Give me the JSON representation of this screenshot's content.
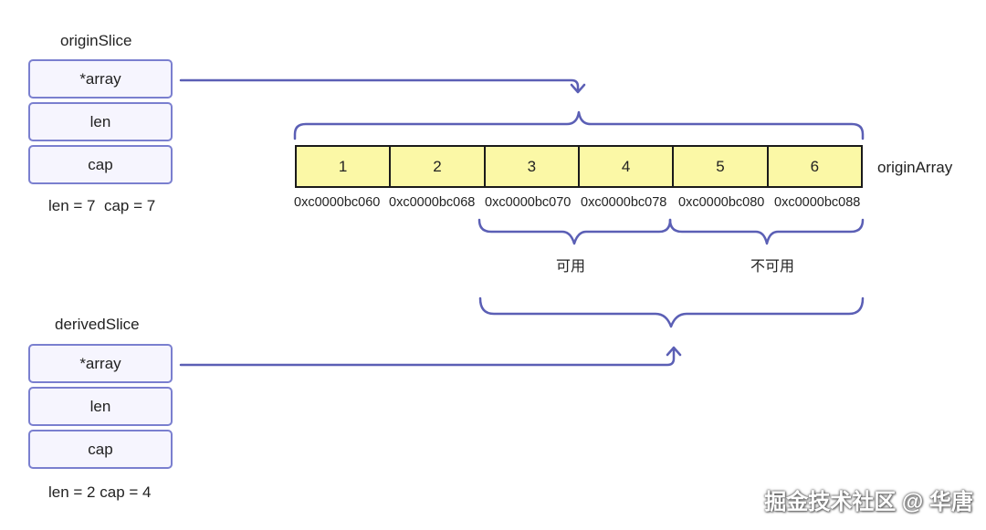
{
  "origin_slice": {
    "title": "originSlice",
    "fields": [
      "*array",
      "len",
      "cap"
    ],
    "summary": "len = 7  cap = 7"
  },
  "derived_slice": {
    "title": "derivedSlice",
    "fields": [
      "*array",
      "len",
      "cap"
    ],
    "summary": "len = 2 cap = 4"
  },
  "origin_array": {
    "label": "originArray",
    "cells": [
      "1",
      "2",
      "3",
      "4",
      "5",
      "6"
    ],
    "addresses": [
      "0xc0000bc060",
      "0xc0000bc068",
      "0xc0000bc070",
      "0xc0000bc078",
      "0xc0000bc080",
      "0xc0000bc088"
    ]
  },
  "ranges": {
    "available": "可用",
    "unavailable": "不可用"
  },
  "watermark": "掘金技术社区 @ 华唐",
  "colors": {
    "accent": "#5b5fb5",
    "box_border": "#7a7fcf",
    "box_fill": "#f6f5fe",
    "cell_fill": "#fbf8a6"
  }
}
